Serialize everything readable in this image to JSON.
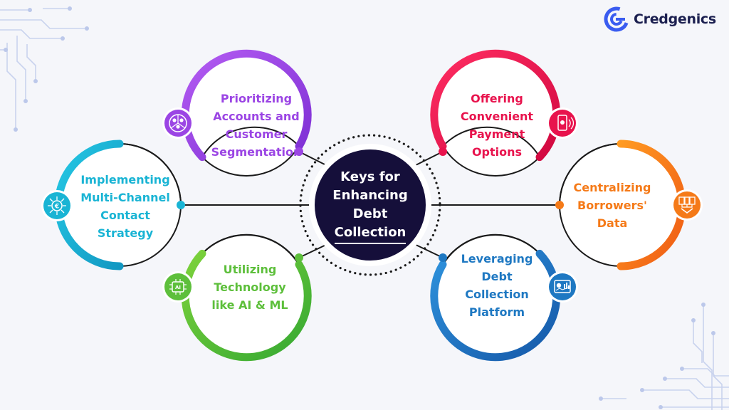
{
  "brand": {
    "name": "Credgenics",
    "logo_icon": "credgenics-g-logo"
  },
  "center": {
    "lines": [
      "Keys for",
      "Enhancing",
      "Debt",
      "Collection"
    ],
    "color": "#150f3a"
  },
  "items": [
    {
      "id": "prioritizing",
      "lines": [
        "Prioritizing",
        "Accounts and",
        "Customer",
        "Segmentation"
      ],
      "color": "#9b45e4",
      "icon": "customer-segments-icon"
    },
    {
      "id": "implementing",
      "lines": [
        "Implementing",
        "Multi-Channel",
        "Contact",
        "Strategy"
      ],
      "color": "#19b4d4",
      "icon": "multichannel-network-icon"
    },
    {
      "id": "utilizing",
      "lines": [
        "Utilizing",
        "Technology",
        "like AI & ML"
      ],
      "color": "#5dbf3b",
      "icon": "ai-chip-icon"
    },
    {
      "id": "offering",
      "lines": [
        "Offering",
        "Convenient",
        "Payment",
        "Options"
      ],
      "color": "#e8134d",
      "icon": "mobile-payment-icon"
    },
    {
      "id": "centralizing",
      "lines": [
        "Centralizing",
        "Borrowers'",
        "Data"
      ],
      "color": "#f57a18",
      "icon": "centralized-data-icon"
    },
    {
      "id": "leveraging",
      "lines": [
        "Leveraging",
        "Debt",
        "Collection",
        "Platform"
      ],
      "color": "#1e78c2",
      "icon": "analytics-dashboard-icon"
    }
  ]
}
